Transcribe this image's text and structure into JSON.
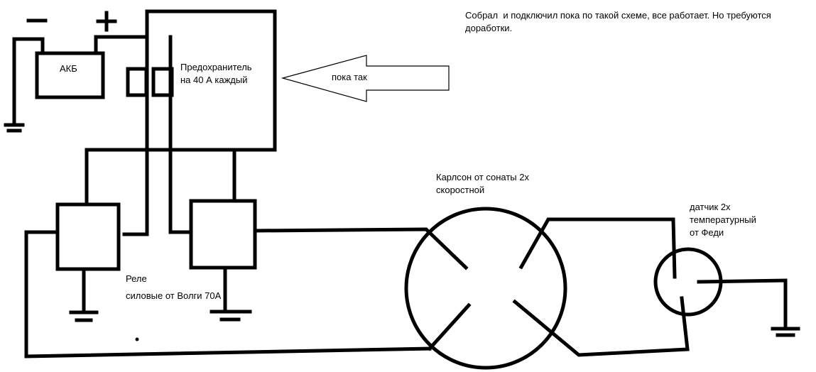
{
  "labels": {
    "battery": "АКБ",
    "minus": "−",
    "plus": "+",
    "fuse": "Предохранитель\nна 40 А каждый",
    "arrow": "пока так",
    "note": "Собрал  и подключил пока по такой схеме, все работает. Но требуются\nдоработки.",
    "fan": "Карлсон от сонаты 2х\nскоростной",
    "sensor": "датчик 2х\nтемпературный\nот Феди",
    "relay_title": "Реле",
    "relay_desc": "силовые от Волги 70А"
  }
}
